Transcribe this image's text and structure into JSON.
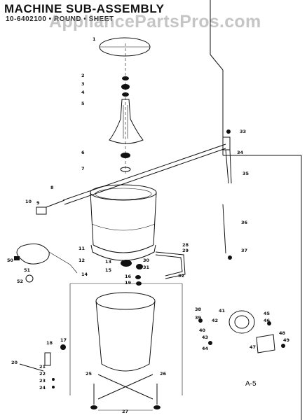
{
  "header": {
    "title": "MACHINE SUB-ASSEMBLY",
    "subtitle": "10-6402100 • ROUND • SHEET",
    "watermark": "AppliancePartsPros.com"
  },
  "figure_code": "A-5",
  "diagram": {
    "type": "exploded-parts-view",
    "part_callouts": [
      "1",
      "2",
      "3",
      "4",
      "5",
      "6",
      "7",
      "8",
      "9",
      "10",
      "11",
      "12",
      "13",
      "14",
      "15",
      "16",
      "17",
      "18",
      "19",
      "20",
      "21",
      "22",
      "23",
      "24",
      "25",
      "26",
      "27",
      "28",
      "29",
      "30",
      "31",
      "32",
      "33",
      "34",
      "35",
      "36",
      "37",
      "38",
      "39",
      "40",
      "41",
      "42",
      "43",
      "44",
      "45",
      "46",
      "47",
      "48",
      "49",
      "50",
      "51",
      "52"
    ]
  },
  "colors": {
    "ink": "#111111",
    "paper": "#ffffff",
    "watermark": "#969696"
  }
}
